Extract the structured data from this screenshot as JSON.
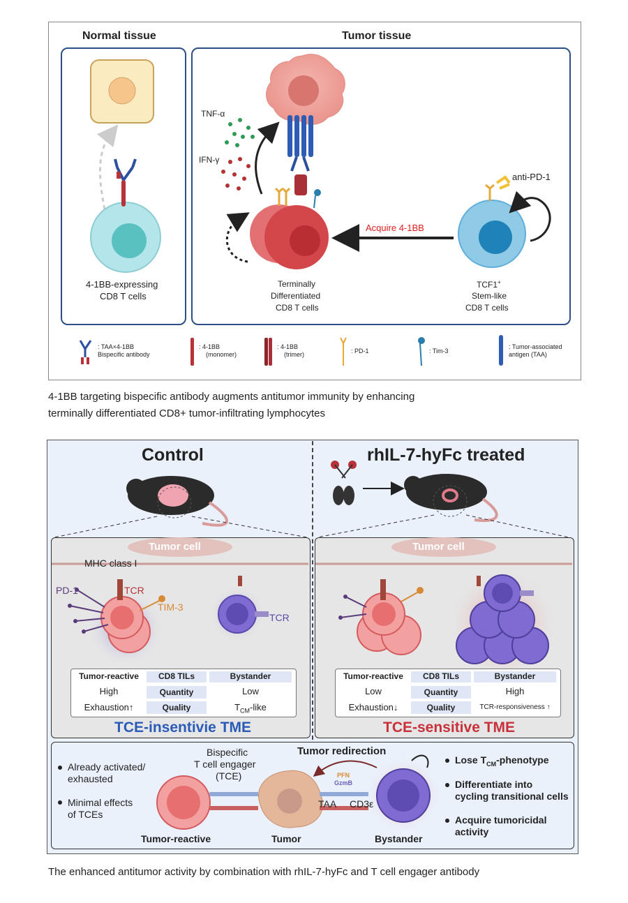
{
  "top_figure": {
    "normal_tissue_title": "Normal tissue",
    "tumor_tissue_title": "Tumor tissue",
    "left_cell_label_1": "4-1BB-expressing",
    "left_cell_label_2": "CD8 T cells",
    "tnf_label": "TNF-α",
    "ifn_label": "IFN-γ",
    "acquire_label": "Acquire 4-1BB",
    "anti_pd1_label": "anti-PD-1",
    "terminal_label_1": "Terminally",
    "terminal_label_2": "Differentiated",
    "terminal_label_3": "CD8 T cells",
    "stem_label_1": "TCF1",
    "stem_label_sup": "+",
    "stem_label_2": "Stem-like",
    "stem_label_3": "CD8 T cells",
    "legend": [
      {
        "line1": ": TAA×4-1BB",
        "line2": "Bispecific antibody"
      },
      {
        "line1": ": 4-1BB",
        "line2": "(monomer)"
      },
      {
        "line1": ": 4-1BB",
        "line2": "(trimer)"
      },
      {
        "line1": ": PD-1",
        "line2": ""
      },
      {
        "line1": ": Tim-3",
        "line2": ""
      },
      {
        "line1": ": Tumor-associated",
        "line2": "antigen (TAA)"
      }
    ],
    "caption_line1": "4-1BB targeting bispecific antibody augments antitumor immunity by enhancing",
    "caption_line2": "terminally differentiated CD8+ tumor-infiltrating lymphocytes"
  },
  "bottom_figure": {
    "control_title": "Control",
    "treated_title": "rhIL-7-hyFc treated",
    "tumor_cell_label": "Tumor cell",
    "mhc_label": "MHC class I",
    "pd1_label": "PD-1",
    "tcr_label": "TCR",
    "tim3_label": "TIM-3",
    "tcr_label_bystander": "TCR",
    "table_headers": [
      "Tumor-reactive",
      "CD8 TILs",
      "Bystander"
    ],
    "control_table": [
      [
        "High",
        "Quantity",
        "Low"
      ],
      [
        "Exhaustion↑",
        "Quality",
        "T",
        "CM",
        "-like"
      ]
    ],
    "treated_table": [
      [
        "Low",
        "Quantity",
        "High"
      ],
      [
        "Exhaustion↓",
        "Quality",
        "TCR-responsiveness ↑"
      ]
    ],
    "control_tme": "TCE-insentivie TME",
    "treated_tme": "TCE-sensitive TME",
    "left_bullets": [
      "Already activated/",
      "exhausted",
      "Minimal effects",
      "of TCEs"
    ],
    "tce_label_1": "Bispecific",
    "tce_label_2": "T cell engager",
    "tce_label_3": "(TCE)",
    "tumor_redirection": "Tumor redirection",
    "pfn_label": "PFN",
    "gzmb_label": "GzmB",
    "taa_label": "TAA",
    "cd3_label": "CD3ε",
    "tumor_reactive_label": "Tumor-reactive",
    "tumor_label": "Tumor",
    "bystander_label": "Bystander",
    "right_bullets": [
      {
        "a": "Lose T",
        "sub": "CM",
        "b": "-phenotype"
      },
      {
        "a": "Differentiate into",
        "sub": "",
        "b": ""
      },
      {
        "a": "cycling transitional cells",
        "sub": "",
        "b": ""
      },
      {
        "a": "Acquire tumoricidal",
        "sub": "",
        "b": ""
      },
      {
        "a": "activity",
        "sub": "",
        "b": ""
      }
    ],
    "caption": "The enhanced antitumor activity by combination with rhIL-7-hyFc and T cell engager antibody"
  },
  "colors": {
    "frame_blue": "#2b4f86",
    "tumor_red": "#d3474a",
    "stem_blue": "#3ba3d6",
    "tce_insensitive_blue": "#2a5bb8",
    "tce_sensitive_red": "#c8313a",
    "acquire_red": "#e02020"
  }
}
